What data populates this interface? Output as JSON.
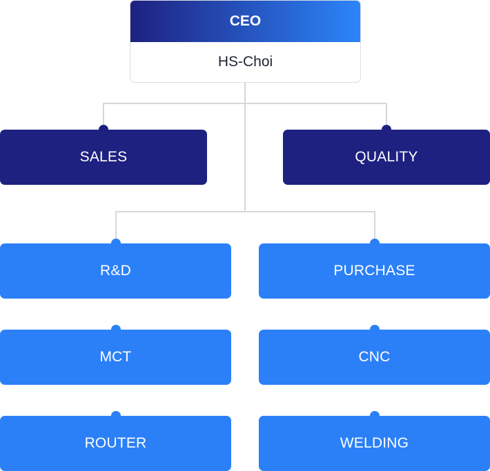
{
  "ceo": {
    "title": "CEO",
    "name": "HS-Choi"
  },
  "departments": {
    "sales": "SALES",
    "quality": "QUALITY",
    "rnd": "R&D",
    "purchase": "PURCHASE",
    "mct": "MCT",
    "cnc": "CNC",
    "router": "ROUTER",
    "welding": "WELDING"
  },
  "colors": {
    "navy": "#1e2180",
    "blue": "#2b80f7",
    "connector": "#d4d7dc"
  }
}
